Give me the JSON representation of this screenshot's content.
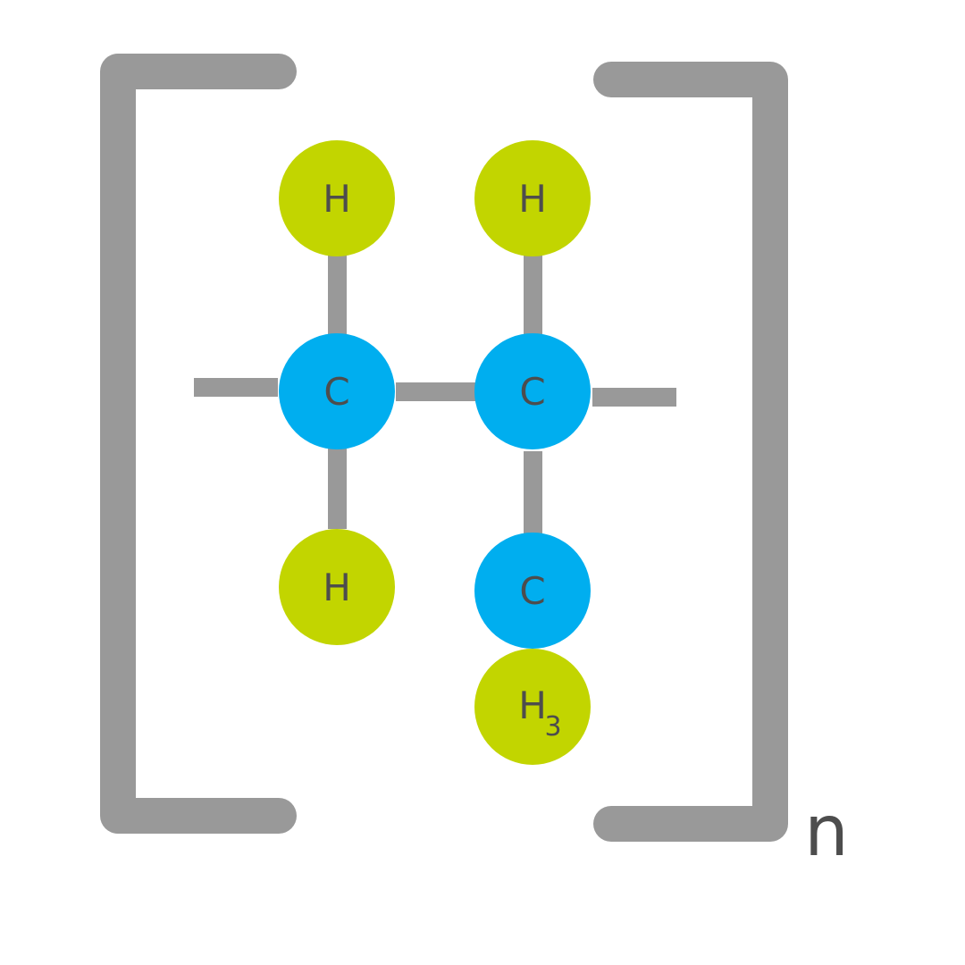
{
  "colors": {
    "carbon": "#00aeef",
    "hydrogen": "#c2d500",
    "bond": "#999999",
    "bracket": "#999999",
    "text": "#4d4d4d"
  },
  "atoms": {
    "h_top_left": "H",
    "h_top_right": "H",
    "c_left": "C",
    "c_right": "C",
    "h_bottom_left": "H",
    "c_methyl": "C",
    "h_methyl": "H",
    "h_methyl_subscript": "3"
  },
  "repeat_label": "n"
}
